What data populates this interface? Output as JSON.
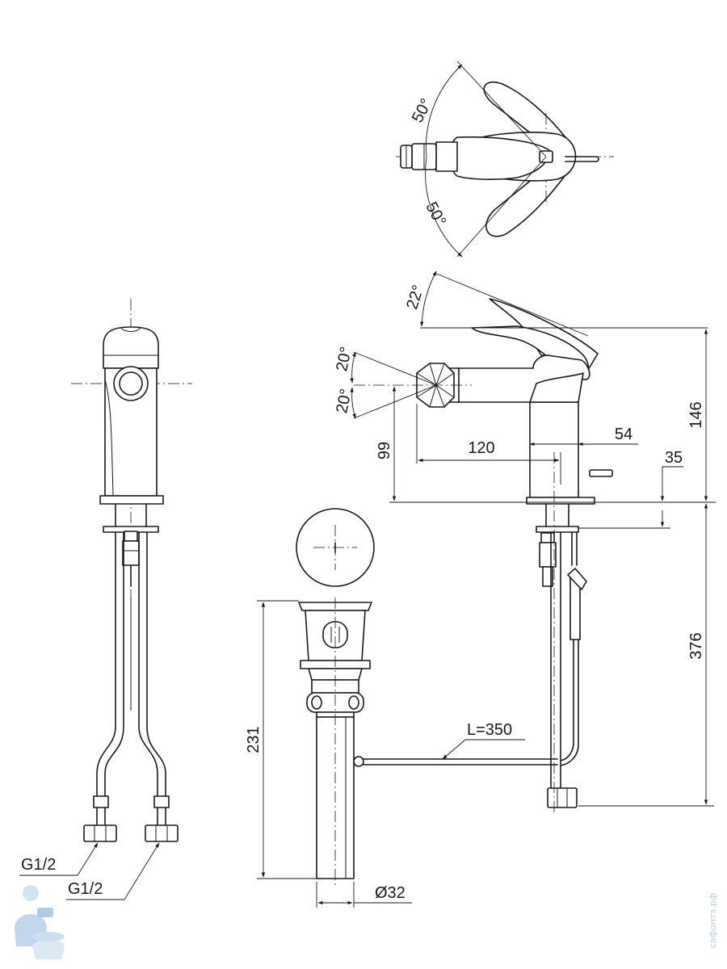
{
  "dimensions": {
    "angle_top_1": "50°",
    "angle_top_2": "50°",
    "angle_lever": "22°",
    "angle_nozzle_up": "20°",
    "angle_nozzle_down": "20°",
    "height_total": "146",
    "height_nozzle": "99",
    "reach_120": "120",
    "reach_54": "54",
    "deck_35": "35",
    "hose_376": "376",
    "drain_231": "231",
    "link_length": "L=350",
    "pipe_diameter": "Ø32",
    "thread_1": "G1/2",
    "thread_2": "G1/2"
  },
  "watermark": "сафонтэ.рф",
  "colors": {
    "line": "#1a1a1a",
    "watermark": "#b9cfe6"
  }
}
